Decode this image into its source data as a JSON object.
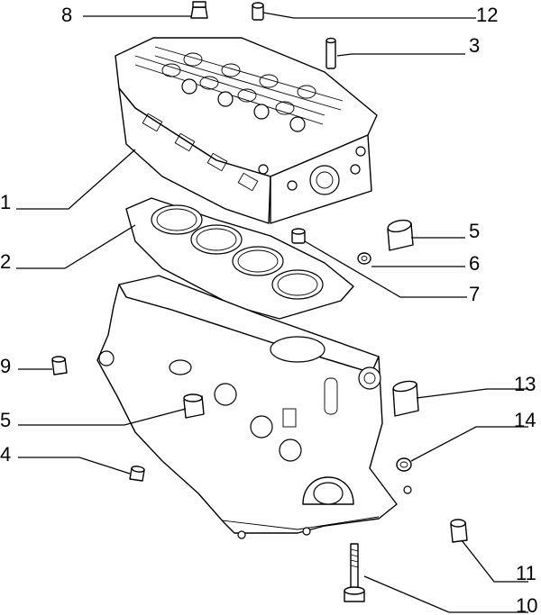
{
  "diagram": {
    "callouts": [
      {
        "id": "8",
        "label": "8"
      },
      {
        "id": "12",
        "label": "12"
      },
      {
        "id": "3",
        "label": "3"
      },
      {
        "id": "1",
        "label": "1"
      },
      {
        "id": "2",
        "label": "2"
      },
      {
        "id": "5a",
        "label": "5"
      },
      {
        "id": "6",
        "label": "6"
      },
      {
        "id": "7",
        "label": "7"
      },
      {
        "id": "9",
        "label": "9"
      },
      {
        "id": "5b",
        "label": "5"
      },
      {
        "id": "13",
        "label": "13"
      },
      {
        "id": "14",
        "label": "14"
      },
      {
        "id": "4",
        "label": "4"
      },
      {
        "id": "11",
        "label": "11"
      },
      {
        "id": "10",
        "label": "10"
      }
    ]
  }
}
